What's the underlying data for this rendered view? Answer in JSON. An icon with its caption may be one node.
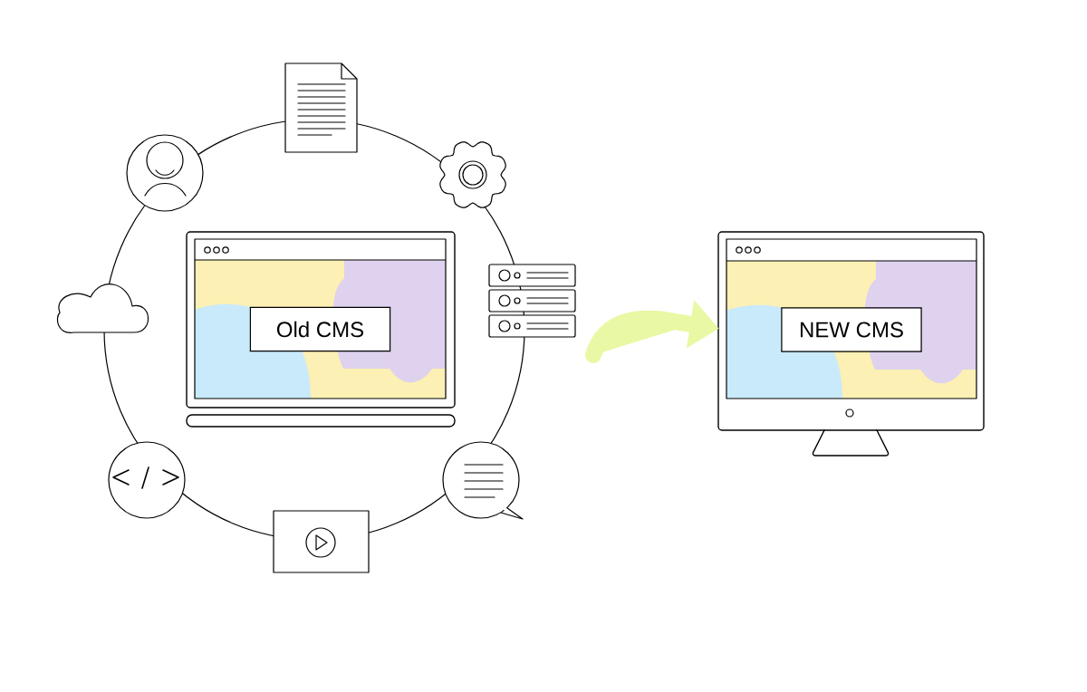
{
  "diagram": {
    "nodes": [
      {
        "text": [
          "Old CMS"
        ]
      },
      {
        "text": [
          "NEW CMS"
        ]
      }
    ],
    "edges": [
      {
        "from": null,
        "to": 1,
        "arrow": "to"
      }
    ]
  }
}
